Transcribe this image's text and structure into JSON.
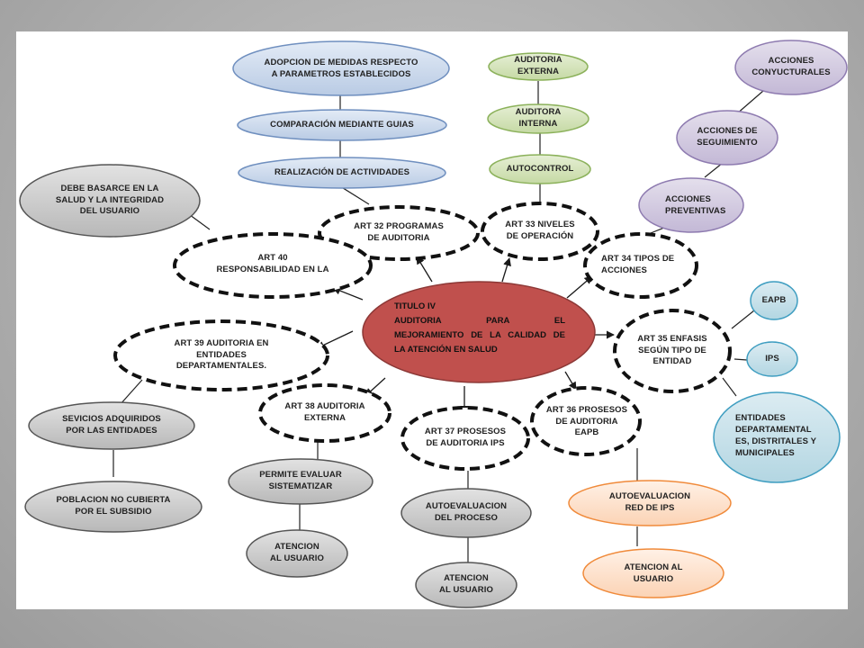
{
  "title": {
    "lines": [
      "TITULO IV",
      "AUDITORIA PARA EL",
      "MEJORAMIENTO DE LA CALIDAD DE",
      "LA ATENCIÓN EN SALUD"
    ]
  },
  "colors": {
    "center_fill": "#c0504d",
    "blue_fill": "#c5d3e8",
    "blue_stroke": "#6f8fbf",
    "green_fill": "#d3e3b7",
    "green_stroke": "#8bb15a",
    "purple_fill": "#cfc6de",
    "purple_stroke": "#8e7bb0",
    "teal_fill": "#c2dde6",
    "teal_stroke": "#3f9ec1",
    "gray_fill": "#c8c8c8",
    "gray_stroke": "#555555",
    "orange_fill": "#fde2cf",
    "orange_stroke": "#f08a3a"
  },
  "articles": {
    "art32": "ART 32 PROGRAMAS\nDE AUDITORIA",
    "art33": "ART 33 NIVELES\nDE OPERACIÓN",
    "art34": "ART 34 TIPOS DE\nACCIONES",
    "art35": "ART 35 ENFASIS\nSEGÚN TIPO DE\nENTIDAD",
    "art36": "ART 36 PROSESOS\nDE AUDITORIA\nEAPB",
    "art37": "ART 37 PROSESOS\nDE AUDITORIA IPS",
    "art38": "ART 38 AUDITORIA\nEXTERNA",
    "art39": "ART 39 AUDITORIA EN\nENTIDADES\nDEPARTAMENTALES.",
    "art40": "ART 40\nRESPONSABILIDAD EN LA"
  },
  "art32_children": {
    "adopcion": "ADOPCION DE MEDIDAS RESPECTO\nA PARAMETROS ESTABLECIDOS",
    "comparacion": "COMPARACIÓN MEDIANTE GUIAS",
    "realizacion": "REALIZACIÓN DE ACTIVIDADES"
  },
  "art33_children": {
    "externa": "AUDITORIA EXTERNA",
    "interna": "AUDITORA INTERNA",
    "autocontrol": "AUTOCONTROL"
  },
  "art34_children": {
    "coyunturales": "ACCIONES\nCONYUCTURALES",
    "seguimiento": "ACCIONES DE\nSEGUIMIENTO",
    "preventivas": "ACCIONES\nPREVENTIVAS"
  },
  "art35_children": {
    "eapb": "EAPB",
    "ips": "IPS",
    "entidades": "ENTIDADES\nDEPARTAMENTAL\nES, DISTRITALES Y\nMUNICIPALES"
  },
  "art36_children": {
    "autoevaluacion_red": "AUTOEVALUACION\nRED DE IPS",
    "atencion": "ATENCION AL\nUSUARIO"
  },
  "art37_children": {
    "autoevaluacion_proceso": "AUTOEVALUACION\nDEL PROCESO",
    "atencion": "ATENCION\nAL USUARIO"
  },
  "art38_children": {
    "permite": "PERMITE EVALUAR\nSISTEMATIZAR",
    "atencion": "ATENCION\nAL USUARIO"
  },
  "art39_children": {
    "servicios": "SEVICIOS ADQUIRIDOS\nPOR LAS ENTIDADES",
    "poblacion": "POBLACION NO CUBIERTA\nPOR EL SUBSIDIO"
  },
  "art40_children": {
    "debe": "DEBE BASARCE EN LA\nSALUD Y LA INTEGRIDAD\nDEL USUARIO"
  }
}
